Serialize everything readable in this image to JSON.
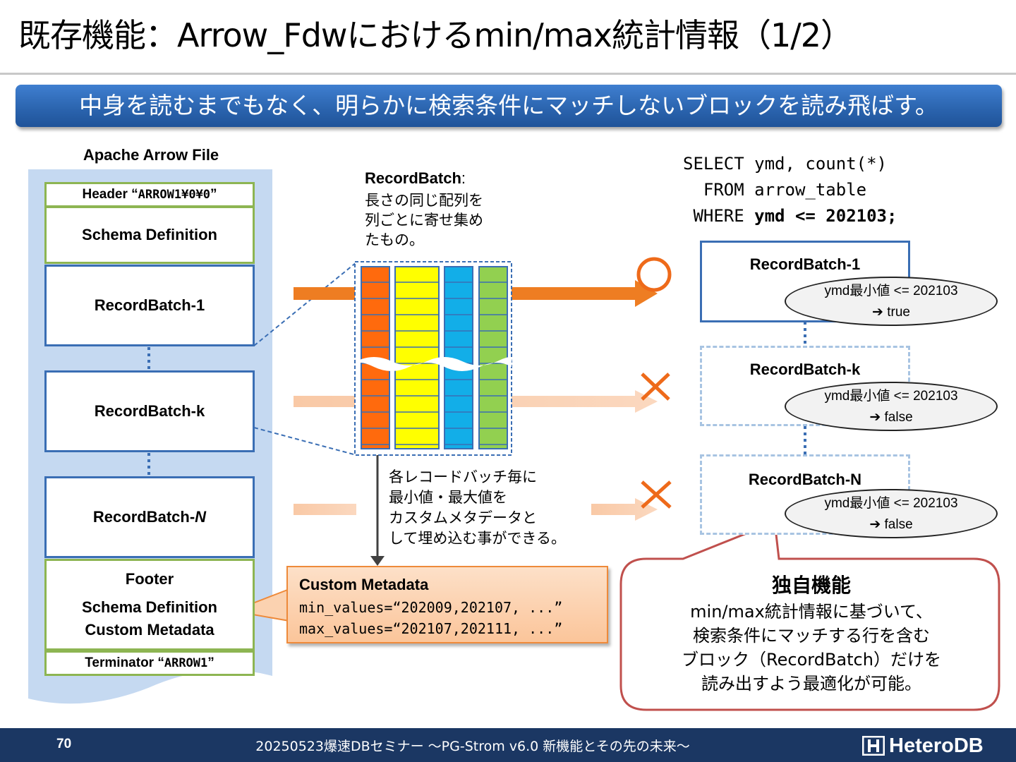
{
  "title": "既存機能：Arrow_Fdwにおけるmin/max統計情報（1/2）",
  "banner": "中身を読むまでもなく、明らかに検索条件にマッチしないブロックを読み飛ばす。",
  "arrow_file": {
    "title": "Apache Arrow File",
    "header_label": "Header “",
    "header_magic": "ARROW1¥0¥0",
    "header_close": "”",
    "schema": "Schema Definition",
    "rb1": "RecordBatch-1",
    "rbk": "RecordBatch-k",
    "rbn_prefix": "RecordBatch-",
    "rbn_italic": "N",
    "footer": "Footer",
    "footer_schema": "Schema Definition",
    "footer_meta": "Custom Metadata",
    "terminator_label": "Terminator “",
    "terminator_magic": "ARROW1",
    "terminator_close": "”"
  },
  "record_batch": {
    "title": "RecordBatch",
    "colon": ":",
    "desc": [
      "長さの同じ配列を",
      "列ごとに寄せ集め",
      "たもの。"
    ],
    "column_colors": [
      "#ff6a0d",
      "#ffff00",
      "#12aee8",
      "#92d050"
    ]
  },
  "sql": {
    "line1": "SELECT ymd, count(*)",
    "line2": "  FROM arrow_table",
    "line3_pre": " WHERE ",
    "line3_bold": "ymd <= 202103;"
  },
  "results": [
    {
      "name": "RecordBatch-1",
      "cond": "ymd最小値 <= 202103",
      "result": "➔ true",
      "mark": "○"
    },
    {
      "name": "RecordBatch-k",
      "cond": "ymd最小値 <= 202103",
      "result": "➔ false",
      "mark": "✕"
    },
    {
      "name": "RecordBatch-N",
      "cond": "ymd最小値 <= 202103",
      "result": "➔ false",
      "mark": "✕"
    }
  ],
  "note": [
    "各レコードバッチ毎に",
    "最小値・最大値を",
    "カスタムメタデータと",
    "して埋め込む事ができる。"
  ],
  "custom_metadata": {
    "title": "Custom Metadata",
    "min_values": "min_values=“202009,202107, ...”",
    "max_values": "max_values=“202107,202111, ...”"
  },
  "callout": {
    "title": "独自機能",
    "lines": [
      "min/max統計情報に基づいて、",
      "検索条件にマッチする行を含む",
      "ブロック（RecordBatch）だけを",
      "読み出すよう最適化が可能。"
    ]
  },
  "footer": {
    "page": "70",
    "text": "20250523爆速DBセミナー ～PG-Strom v6.0  新機能とその先の未来～",
    "logo": "HeteroDB"
  }
}
